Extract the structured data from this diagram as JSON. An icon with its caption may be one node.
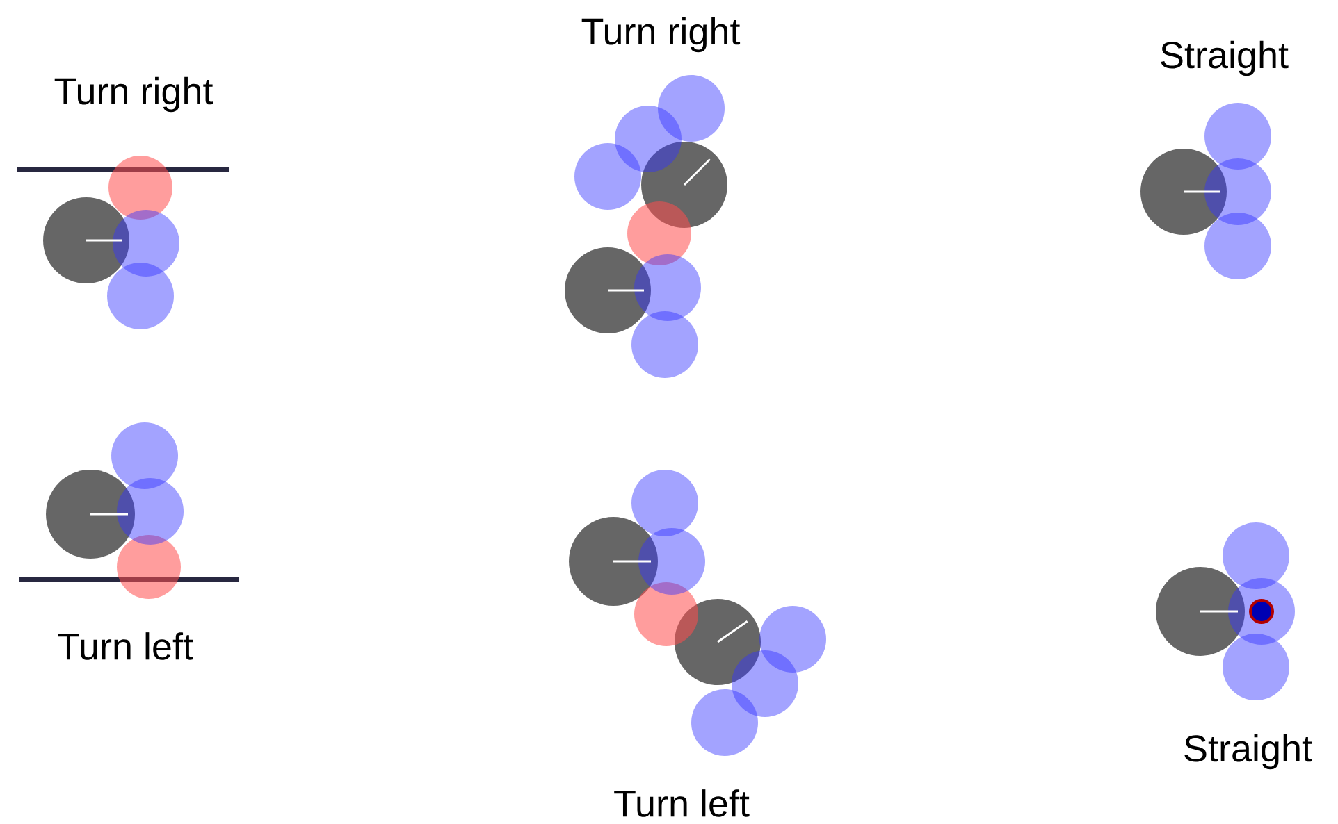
{
  "diagram": {
    "labels": [
      "Turn right",
      "Turn right",
      "Straight",
      "Turn left",
      "Turn left",
      "Straight"
    ]
  }
}
